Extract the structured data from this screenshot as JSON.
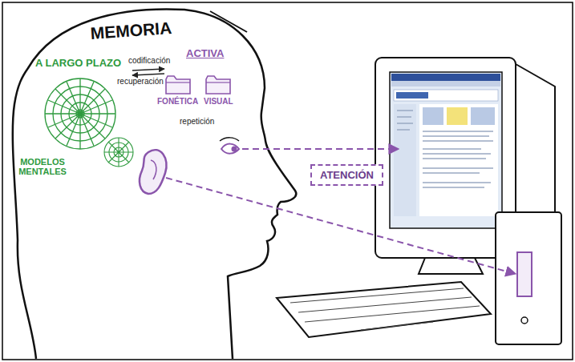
{
  "diagram": {
    "nodes": [
      {
        "text": [
          "FONÉTICA"
        ]
      },
      {
        "text": [
          "VISUAL"
        ]
      },
      {
        "text": [
          "ATENCIÓN"
        ]
      }
    ],
    "labels": [
      "MEMORIA",
      "A LARGO PLAZO",
      "codificación",
      "recuperación",
      "ACTIVA",
      "repetición",
      "MODELOS MENTALES"
    ]
  }
}
